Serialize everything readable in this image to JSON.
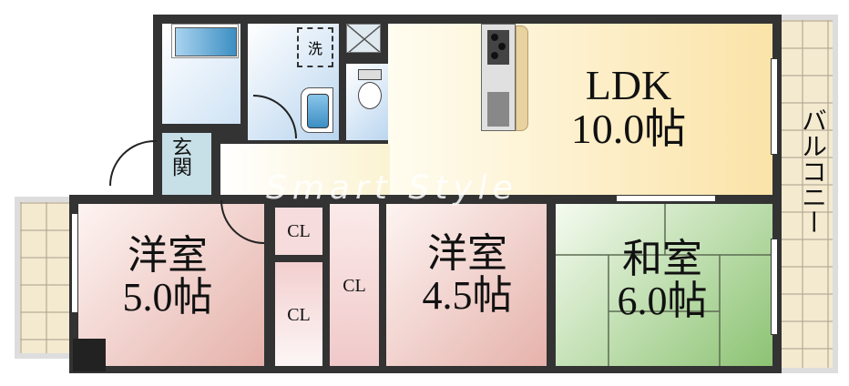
{
  "floorplan": {
    "watermark": "Smart Style",
    "rooms": {
      "ldk": {
        "name": "LDK",
        "size": "10.0帖",
        "color": "#fbe3a8"
      },
      "western1": {
        "name": "洋室",
        "size": "5.0帖",
        "color": "#efc8c4"
      },
      "western2": {
        "name": "洋室",
        "size": "4.5帖",
        "color": "#efc8c4"
      },
      "japanese": {
        "name": "和室",
        "size": "6.0帖",
        "color": "#a9d08e"
      },
      "entrance": {
        "name": "玄関",
        "color": "#c7dfe6"
      },
      "bath": {
        "color": "#cfe3f5"
      },
      "washroom": {
        "label": "洗",
        "color": "#d6e6f6"
      },
      "toilet": {
        "color": "#d6e6f6"
      },
      "balcony_right": {
        "label": "バルコニー"
      }
    },
    "closets": [
      {
        "label": "CL"
      },
      {
        "label": "CL"
      },
      {
        "label": "CL"
      }
    ]
  }
}
